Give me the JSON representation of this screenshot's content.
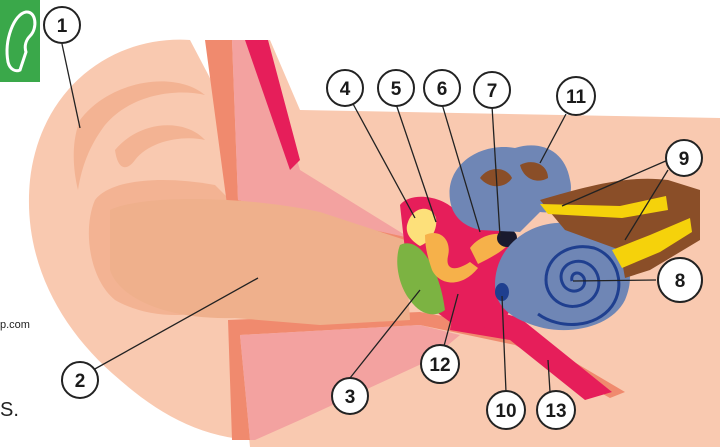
{
  "colors": {
    "skin": "#f9c9b0",
    "skin_shade": "#f3b393",
    "canal": "#efb08c",
    "canal_wall": "#f08a6e",
    "canal_lining": "#f3a2a0",
    "tissue_red": "#e61e5a",
    "eardrum": "#7cb342",
    "ossicle": "#f6b14a",
    "ossicle_light": "#fde07a",
    "inner_ear_blue": "#6f86b5",
    "spiral_line": "#1f3f8f",
    "nerve_brown": "#8a4e28",
    "nerve_yellow": "#f5d20b",
    "logo_green": "#3aa84a",
    "callout_stroke": "#222222"
  },
  "logo": {
    "icon": "ear-logo-icon"
  },
  "edge_texts": {
    "watermark_fragment": "p.com",
    "bottom_fragment": "S."
  },
  "callouts": [
    {
      "id": "1",
      "label": "1"
    },
    {
      "id": "2",
      "label": "2"
    },
    {
      "id": "3",
      "label": "3"
    },
    {
      "id": "4",
      "label": "4"
    },
    {
      "id": "5",
      "label": "5"
    },
    {
      "id": "6",
      "label": "6"
    },
    {
      "id": "7",
      "label": "7"
    },
    {
      "id": "8",
      "label": "8"
    },
    {
      "id": "9",
      "label": "9"
    },
    {
      "id": "10",
      "label": "10"
    },
    {
      "id": "11",
      "label": "11"
    },
    {
      "id": "12",
      "label": "12"
    },
    {
      "id": "13",
      "label": "13"
    }
  ]
}
